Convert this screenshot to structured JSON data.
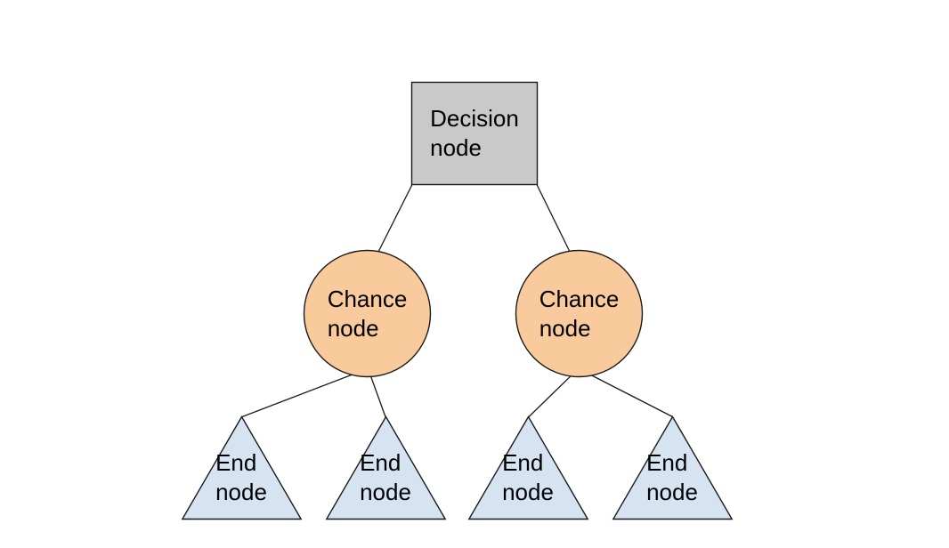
{
  "colors": {
    "background": "#ffffff",
    "decision-fill": "#c9c9c9",
    "chance-fill": "#f9cb9c",
    "end-fill": "#d6e4f2",
    "stroke": "#1a1a1a",
    "text": "#000000"
  },
  "diagram": {
    "type": "decision-tree",
    "nodes": {
      "decision": {
        "shape": "square",
        "line1": "Decision",
        "line2": "node"
      },
      "chance_left": {
        "shape": "circle",
        "line1": "Chance",
        "line2": "node"
      },
      "chance_right": {
        "shape": "circle",
        "line1": "Chance",
        "line2": "node"
      },
      "end_1": {
        "shape": "triangle",
        "line1": "End",
        "line2": "node"
      },
      "end_2": {
        "shape": "triangle",
        "line1": "End",
        "line2": "node"
      },
      "end_3": {
        "shape": "triangle",
        "line1": "End",
        "line2": "node"
      },
      "end_4": {
        "shape": "triangle",
        "line1": "End",
        "line2": "node"
      }
    },
    "edges": [
      {
        "from": "decision",
        "to": "chance_left"
      },
      {
        "from": "decision",
        "to": "chance_right"
      },
      {
        "from": "chance_left",
        "to": "end_1"
      },
      {
        "from": "chance_left",
        "to": "end_2"
      },
      {
        "from": "chance_right",
        "to": "end_3"
      },
      {
        "from": "chance_right",
        "to": "end_4"
      }
    ]
  }
}
